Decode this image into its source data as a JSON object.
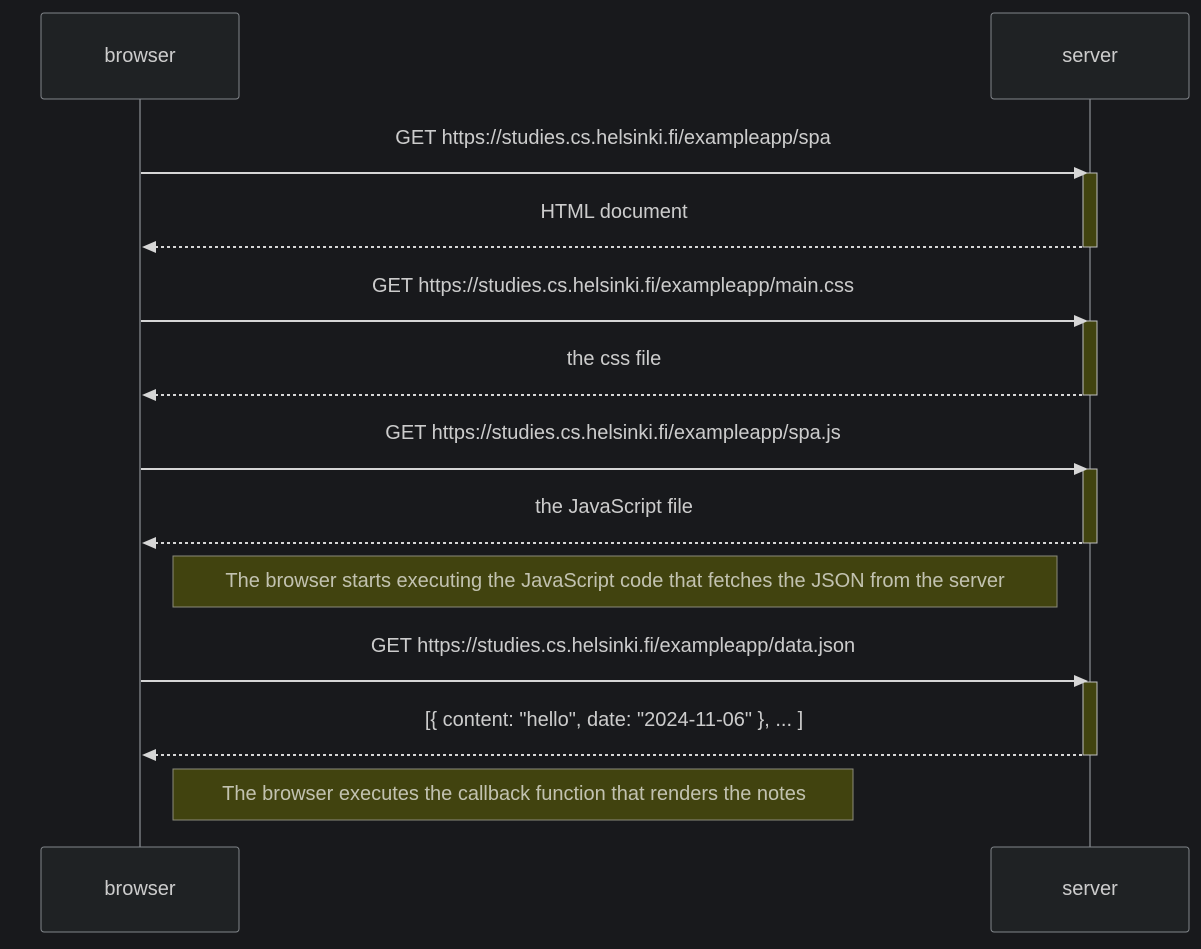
{
  "participants": [
    {
      "id": "browser",
      "label": "browser"
    },
    {
      "id": "server",
      "label": "server"
    }
  ],
  "messages": [
    {
      "from": "browser",
      "to": "server",
      "style": "solid",
      "label": "GET https://studies.cs.helsinki.fi/exampleapp/spa"
    },
    {
      "from": "server",
      "to": "browser",
      "style": "dashed",
      "label": "HTML document"
    },
    {
      "from": "browser",
      "to": "server",
      "style": "solid",
      "label": "GET https://studies.cs.helsinki.fi/exampleapp/main.css"
    },
    {
      "from": "server",
      "to": "browser",
      "style": "dashed",
      "label": "the css file"
    },
    {
      "from": "browser",
      "to": "server",
      "style": "solid",
      "label": "GET https://studies.cs.helsinki.fi/exampleapp/spa.js"
    },
    {
      "from": "server",
      "to": "browser",
      "style": "dashed",
      "label": "the JavaScript file"
    },
    {
      "from": "browser",
      "to": "server",
      "style": "solid",
      "label": "GET https://studies.cs.helsinki.fi/exampleapp/data.json"
    },
    {
      "from": "server",
      "to": "browser",
      "style": "dashed",
      "label": "[{ content: \"hello\", date: \"2024-11-06\" }, ... ]"
    }
  ],
  "notes": [
    {
      "over": "browser",
      "text": "The browser starts executing the JavaScript code that fetches the JSON from the server"
    },
    {
      "over": "browser",
      "text": "The browser executes the callback function that renders the notes"
    }
  ],
  "colors": {
    "background": "#18191c",
    "actor_fill": "#1f2224",
    "activation_fill": "#41430f",
    "note_fill": "#41430f",
    "text": "#cccccc",
    "arrow": "#d6d6d6"
  }
}
